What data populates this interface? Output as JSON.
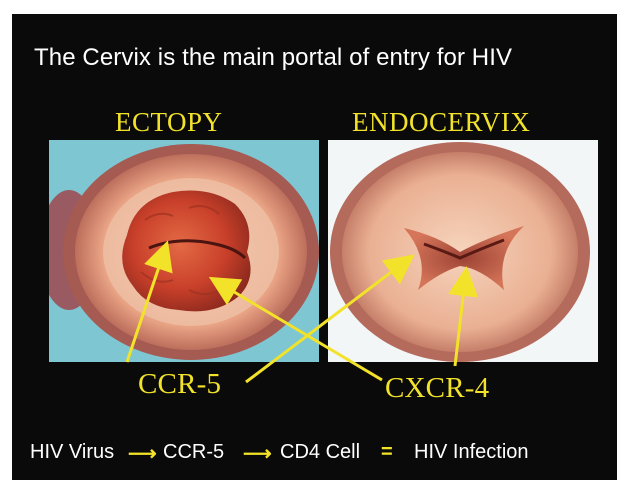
{
  "title": "The Cervix is the main portal of entry for HIV",
  "panels": [
    {
      "label": "ECTOPY"
    },
    {
      "label": "ENDOCERVIX"
    }
  ],
  "markers": {
    "ccr5": "CCR-5",
    "cxcr4": "CXCR-4"
  },
  "equation": {
    "term1": "HIV Virus",
    "term2": "CCR-5",
    "term3": "CD4 Cell",
    "equals": "=",
    "result": "HIV Infection"
  },
  "colors": {
    "background": "#0a0a0a",
    "accent": "#f2e22a",
    "text": "#ffffff"
  }
}
